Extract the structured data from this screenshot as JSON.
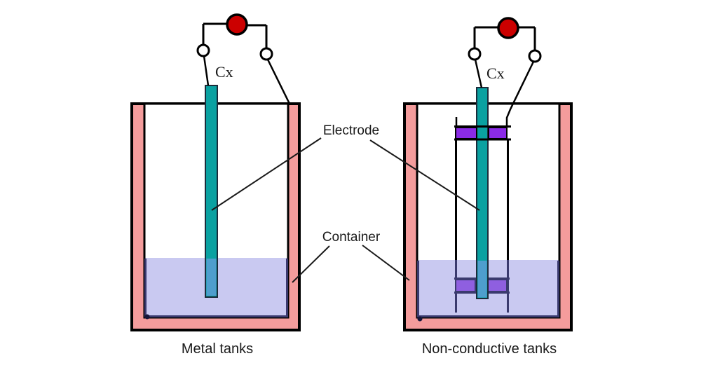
{
  "labels": {
    "electrode": "Electrode",
    "container": "Container",
    "cx_left": "Cx",
    "cx_right": "Cx",
    "caption_metal": "Metal tanks",
    "caption_nonconductive": "Non-conductive tanks"
  },
  "colors": {
    "tank_wall_pink": "#f49c9c",
    "liquid_lavender": "#c9c9f1",
    "electrode_teal": "#0aa1a1",
    "electrode_submerged_blue": "#4e9ecd",
    "insulator_purple": "#8b2be6",
    "insulator_submerged_purple": "#8f5fe0",
    "meter_red": "#cc0000",
    "terminal_white": "#ffffff",
    "submerged_line_navy": "#3a3a6e"
  }
}
